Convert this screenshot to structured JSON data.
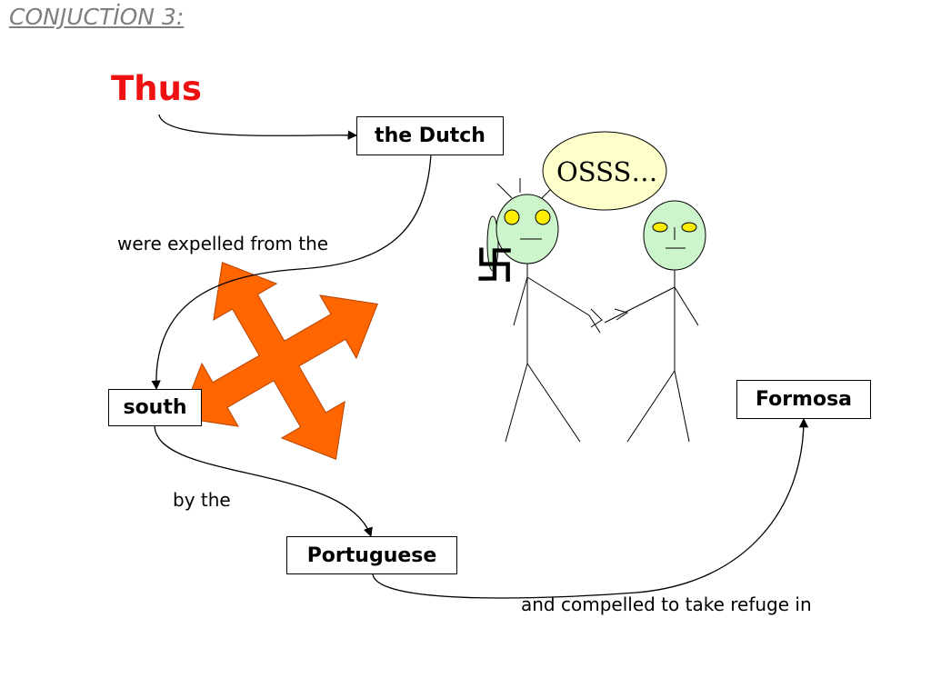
{
  "slide": {
    "title": "CONJUCTİON 3:",
    "lead_word": "Thus",
    "nodes": {
      "dutch": "the Dutch",
      "south": "south",
      "portuguese": "Portuguese",
      "formosa": "Formosa"
    },
    "connectors": {
      "expelled": "were expelled from the",
      "by": "by the",
      "refuge": "and compelled to take refuge in"
    },
    "speech_bubble": "OSSS…",
    "symbol": "卐"
  },
  "colors": {
    "title": "#7f7f7f",
    "lead_word": "#ee1111",
    "compass_arrows": "#ff6600",
    "figure_face": "#ccf5cc",
    "eye_left_figure": "#ffee00",
    "eye_right_figure": "#ffee00",
    "speech_bubble_fill": "#ffffcc"
  },
  "icons": [
    "four-way-compass-arrow-icon",
    "swastika-icon",
    "stick-figure-icon",
    "speech-bubble-icon"
  ]
}
